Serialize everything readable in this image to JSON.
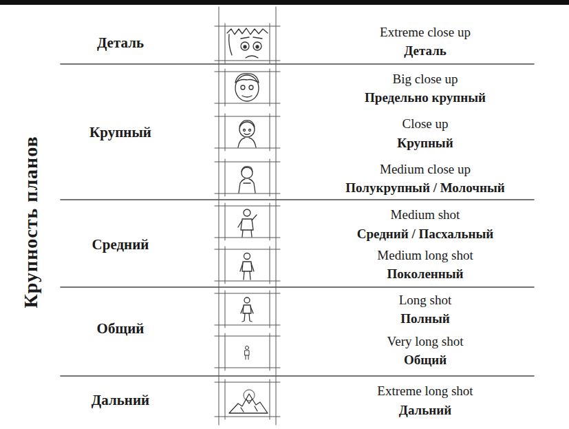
{
  "diagram": {
    "title": "Крупность планов",
    "labels": [
      "Деталь",
      "Extreme close up",
      "Деталь",
      "Крупный",
      "Big close up",
      "Предельно крупный",
      "Close up",
      "Крупный",
      "Medium close up",
      "Полукрупный / Молочный",
      "Средний",
      "Medium shot",
      "Средний / Пасхальный",
      "Medium long shot",
      "Поколенный",
      "Общий",
      "Long shot",
      "Полный",
      "Very long shot",
      "Общий",
      "Дальний",
      "Extreme long shot",
      "Дальний"
    ]
  }
}
